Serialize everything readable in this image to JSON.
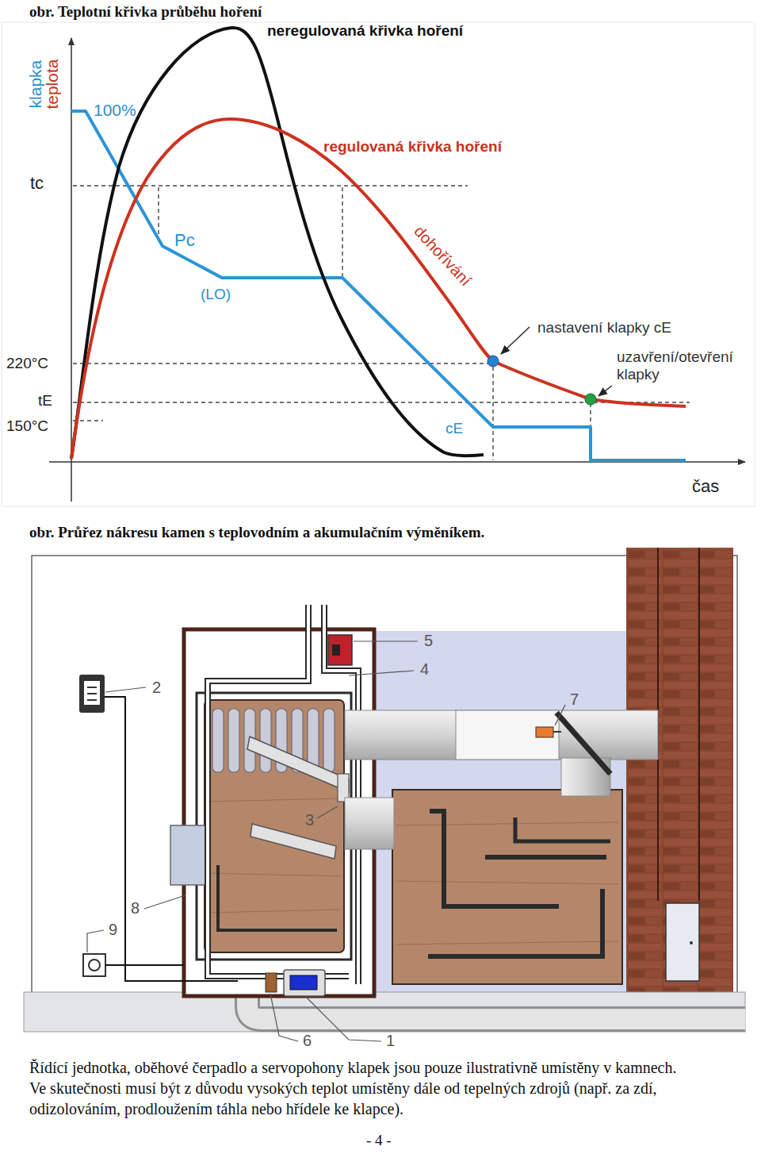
{
  "diagram": {
    "title": "obr. Teplotní křivka průběhu hoření",
    "caption": "Řídící jednotka, oběhové čerpadlo a servopohony klapek jsou pouze ilustrativně umístěny v kamnech. Ve skutečnosti musí být z důvodu vysokých teplot umístěny dále od tepelných zdrojů (např. za zdí, odizolováním, prodloužením táhla nebo hřídele ke klapce).",
    "labels": [
      "klapka",
      "teplota",
      "100%",
      "neregulovaná křivka hoření",
      "regulovaná křivka hoření",
      "tc",
      "Pc",
      "(LO)",
      "dohořívání",
      "nastavení klapky cE",
      "uzavření/otevření klapky",
      "220°C",
      "tE",
      "150°C",
      "cE",
      "čas",
      "obr. Průřez nákresu kamen s teplovodním a akumulačním výměníkem.",
      "1",
      "2",
      "3",
      "4",
      "5",
      "6",
      "7",
      "8",
      "9",
      "- 4 -"
    ]
  }
}
